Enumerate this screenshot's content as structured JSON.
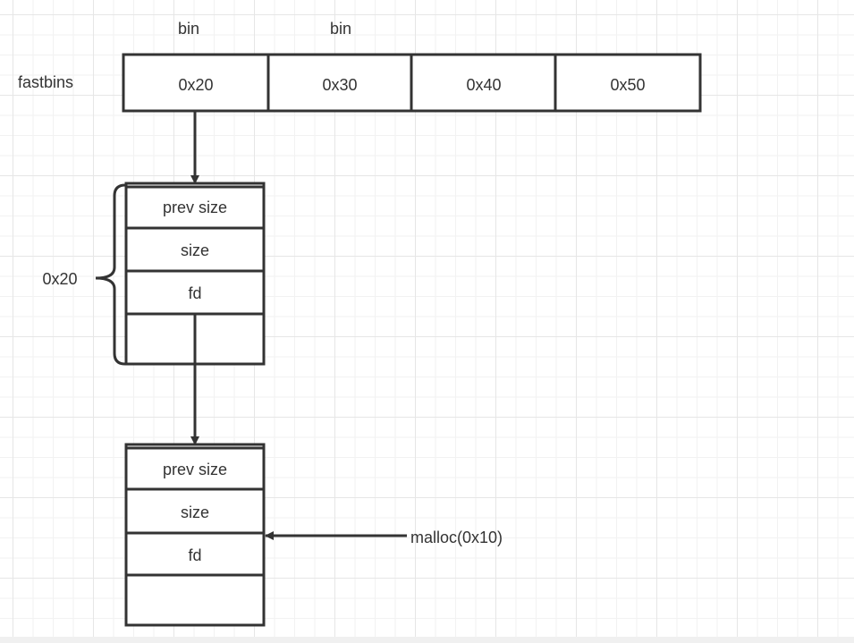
{
  "labels": {
    "bin_1": "bin",
    "bin_2": "bin",
    "fastbins": "fastbins",
    "chunk_size": "0x20",
    "malloc_call": "malloc(0x10)"
  },
  "fastbins": [
    "0x20",
    "0x30",
    "0x40",
    "0x50"
  ],
  "chunk1": {
    "fields": [
      "prev size",
      "size",
      "fd",
      ""
    ]
  },
  "chunk2": {
    "fields": [
      "prev size",
      "size",
      "fd",
      ""
    ]
  },
  "colors": {
    "stroke": "#333333",
    "grid": "#e6e6e6"
  }
}
